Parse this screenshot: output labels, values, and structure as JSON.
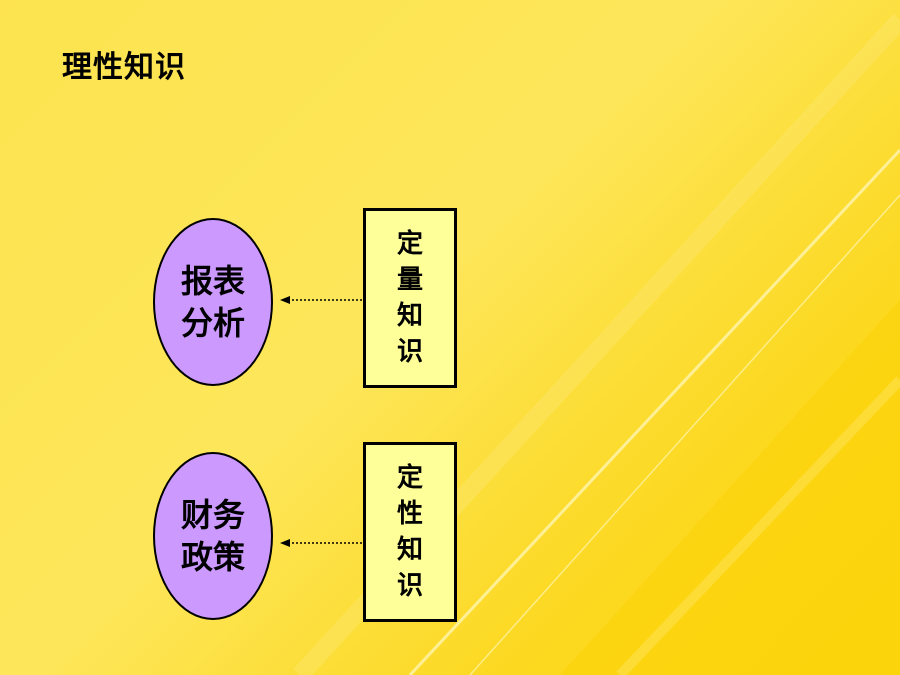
{
  "slide": {
    "title": "理性知识"
  },
  "diagram": {
    "rows": [
      {
        "target_label": "报表分析",
        "source_label": "定量知识"
      },
      {
        "target_label": "财务政策",
        "source_label": "定性知识"
      }
    ]
  },
  "colors": {
    "background": "#fcd820",
    "ellipse_fill": "#cc99ff",
    "box_fill": "#ffff99",
    "stroke": "#000000"
  }
}
